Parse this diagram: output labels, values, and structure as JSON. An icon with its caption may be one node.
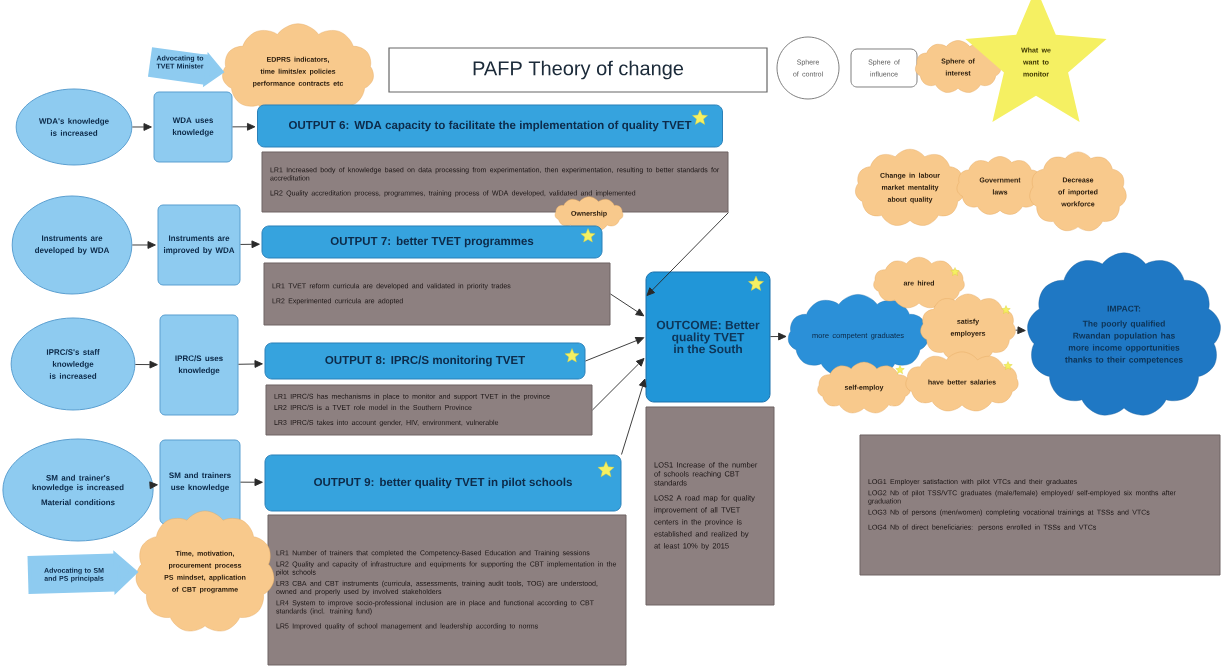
{
  "diagram": {
    "title": "PAFP Theory of change",
    "nodes": [
      {
        "text": [
          "Sphere of control"
        ]
      },
      {
        "text": [
          "Sphere of influence"
        ]
      },
      {
        "text": [
          "Sphere of interest"
        ]
      },
      {
        "text": [
          "What we want to monitor"
        ]
      },
      {
        "text": [
          "EDPRS indicators, time limits/ex policies performance contracts etc"
        ]
      },
      {
        "text": [
          "WDA's knowledge is increased"
        ]
      },
      {
        "text": [
          "WDA uses knowledge"
        ]
      },
      {
        "text": [
          "OUTPUT 6: WDA capacity to facilitate the implementation of quality TVET"
        ]
      },
      {
        "text": [
          "LR1 Increased body of knowledge based on data processing from experimentation, then experimentation, resulting to better standards for accreditation",
          "LR2 Quality accreditation process, programmes, training process of WDA developed, validated and implemented"
        ]
      },
      {
        "text": [
          "Ownership"
        ]
      },
      {
        "text": [
          "Instruments are developed by WDA"
        ]
      },
      {
        "text": [
          "Instruments are improved by WDA"
        ]
      },
      {
        "text": [
          "OUTPUT 7: better TVET programmes"
        ]
      },
      {
        "text": [
          "LR1 TVET reform curricula are developed and validated in priority trades",
          "LR2 Experimented curricula are adopted"
        ]
      },
      {
        "text": [
          "IPRC/S's staff knowledge is increased"
        ]
      },
      {
        "text": [
          "IPRC/S uses knowledge"
        ]
      },
      {
        "text": [
          "OUTPUT 8: IPRC/S monitoring TVET"
        ]
      },
      {
        "text": [
          "LR1 IPRC/S has mechanisms in place to monitor and support TVET in the province",
          "LR2 IPRC/S is a TVET role model in the Southern Province",
          "LR3 IPRC/S takes into account gender, HIV, environment, vulnerable"
        ]
      },
      {
        "text": [
          "SM and trainer's knowledge is increased",
          "Material conditions"
        ]
      },
      {
        "text": [
          "SM and trainers use knowledge"
        ]
      },
      {
        "text": [
          "OUTPUT 9: better quality TVET in pilot schools"
        ]
      },
      {
        "text": [
          "LR1 Number of trainers that completed the Competency-Based Education and Training sessions",
          "LR2 Quality and capacity of infrastructure and equipments for supporting the CBT implementation in the pilot schools",
          "LR3 CBA and CBT instruments (curricula, assessments, training audit tools, TOG) are understood, owned and properly used by involved stakeholders",
          "LR4 System to improve socio-professional inclusion are in place and functional according to CBT standards (incl. training fund)",
          "LR5 Improved quality of school management and leadership according to norms"
        ]
      },
      {
        "text": [
          "Time, motivation, procurement process PS mindset, application of CBT programme"
        ]
      },
      {
        "text": [
          "OUTCOME: Better quality TVET in the South"
        ]
      },
      {
        "text": [
          "LOS1 Increase of the number of schools reaching CBT standards",
          "LOS2 A road map for quality improvement of all TVET centers in the province is established and realized by at least 10% by 2015"
        ]
      },
      {
        "text": [
          "Change in labour market mentality about quality"
        ]
      },
      {
        "text": [
          "Government laws"
        ]
      },
      {
        "text": [
          "Decrease of imported workforce"
        ]
      },
      {
        "text": [
          "more competent graduates"
        ]
      },
      {
        "text": [
          "are hired"
        ]
      },
      {
        "text": [
          "satisfy employers"
        ]
      },
      {
        "text": [
          "self-employ"
        ]
      },
      {
        "text": [
          "have better salaries"
        ]
      },
      {
        "text": [
          "IMPACT:",
          "The poorly qualified Rwandan population has more income opportunities thanks to their competences"
        ]
      },
      {
        "text": [
          "LOG1 Employer satisfaction with pilot VTCs and their graduates",
          "LOG2 Nb of pilot TSS/VTC graduates (male/female) employed/ self-employed six months after graduation",
          "LOG3 Nb of persons (men/women) completing vocational trainings at TSSs and VTCs",
          "LOG4 Nb of direct beneficiaries: persons enrolled in TSSs and VTCs"
        ]
      }
    ],
    "edges": [
      {
        "from": 5,
        "to": 6,
        "arrow": "to"
      },
      {
        "from": 6,
        "to": 7,
        "arrow": "to"
      },
      {
        "from": 10,
        "to": 11,
        "arrow": "to"
      },
      {
        "from": 11,
        "to": 12,
        "arrow": "to"
      },
      {
        "from": 14,
        "to": 15,
        "arrow": "to"
      },
      {
        "from": 15,
        "to": 16,
        "arrow": "to"
      },
      {
        "from": 18,
        "to": 19,
        "arrow": "to"
      },
      {
        "from": 19,
        "to": 20,
        "arrow": "to"
      },
      {
        "from": 8,
        "to": 23,
        "arrow": "to"
      },
      {
        "from": 13,
        "to": 23,
        "arrow": "to"
      },
      {
        "from": 16,
        "to": 23,
        "arrow": "to"
      },
      {
        "from": 17,
        "to": 23,
        "arrow": "to"
      },
      {
        "from": 20,
        "to": 23,
        "arrow": "to"
      },
      {
        "from": 23,
        "to": 28,
        "arrow": "to"
      },
      {
        "from": 30,
        "to": 33,
        "arrow": "to"
      },
      {
        "from": null,
        "to": 4,
        "arrow": "to",
        "label": "Advocating to TVET Minister",
        "style": "thick",
        "color": "#8ecbf0"
      },
      {
        "from": null,
        "to": 22,
        "arrow": "to",
        "label": "Advocating to SM and PS principals",
        "style": "thick",
        "color": "#8ecbf0"
      }
    ]
  }
}
